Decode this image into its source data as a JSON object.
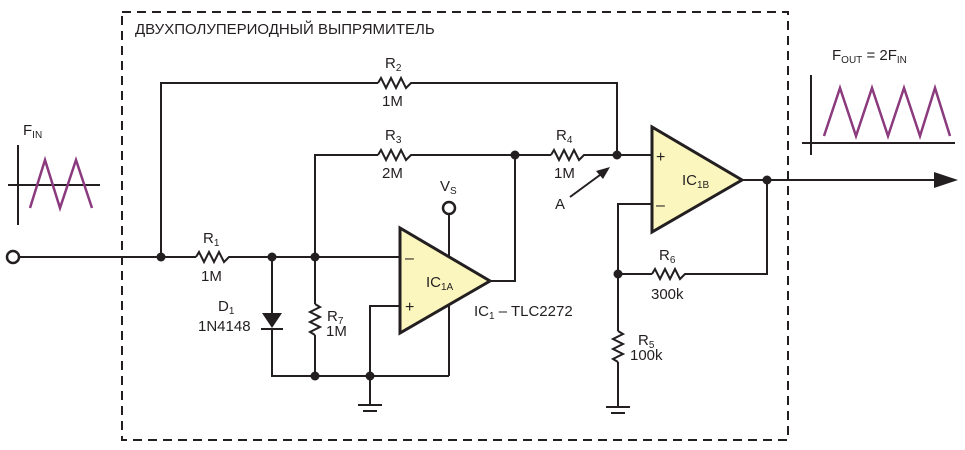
{
  "title": "ДВУХПОЛУПЕРИОДНЫЙ ВЫПРЯМИТЕЛЬ",
  "input": {
    "label_main": "F",
    "label_sub": "IN"
  },
  "output": {
    "label_main": "F",
    "label_sub": "OUT",
    "label_eq": " = 2F",
    "label_eq_sub": "IN"
  },
  "components": {
    "R1": {
      "name": "R",
      "sub": "1",
      "value": "1M"
    },
    "R2": {
      "name": "R",
      "sub": "2",
      "value": "1M"
    },
    "R3": {
      "name": "R",
      "sub": "3",
      "value": "2M"
    },
    "R4": {
      "name": "R",
      "sub": "4",
      "value": "1M"
    },
    "R5": {
      "name": "R",
      "sub": "5",
      "value": "100k"
    },
    "R6": {
      "name": "R",
      "sub": "6",
      "value": "300k"
    },
    "R7": {
      "name": "R",
      "sub": "7",
      "value": "1M"
    },
    "D1": {
      "name": "D",
      "sub": "1",
      "value": "1N4148"
    },
    "IC1A": {
      "name": "IC",
      "sub": "1A"
    },
    "IC1B": {
      "name": "IC",
      "sub": "1B"
    },
    "IC1": {
      "name": "IC",
      "sub": "1",
      "value": " – TLC2272"
    },
    "VS": {
      "name": "V",
      "sub": "S"
    }
  },
  "node_A": "A",
  "signs": {
    "minus": "–",
    "plus": "+"
  },
  "colors": {
    "wave": "#8b3a7e",
    "opamp_fill": "#fbf6be",
    "ink": "#231f20"
  }
}
